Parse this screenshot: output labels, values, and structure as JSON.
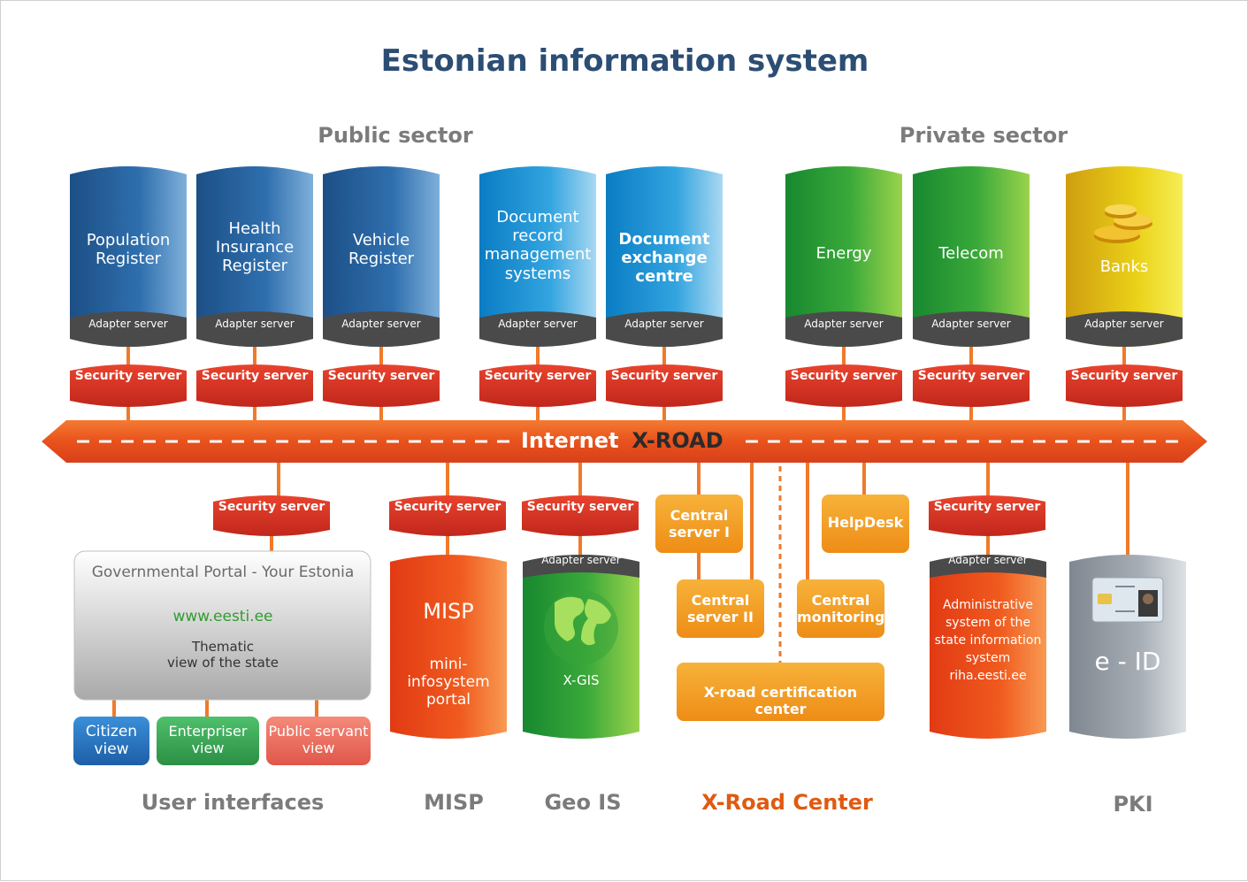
{
  "title": "Estonian information system",
  "sectors": {
    "public": "Public sector",
    "private": "Private sector"
  },
  "registers": [
    {
      "label": "Population\nRegister"
    },
    {
      "label": "Health\nInsurance\nRegister"
    },
    {
      "label": "Vehicle\nRegister"
    },
    {
      "label": "Document\nrecord\nmanagement\nsystems"
    },
    {
      "label": "Document\nexchange\ncentre"
    },
    {
      "label": "Energy"
    },
    {
      "label": "Telecom"
    },
    {
      "label": "Banks"
    }
  ],
  "adapter_label": "Adapter server",
  "security_label": "Security server",
  "bus": {
    "internet": "Internet",
    "xroad": "X-ROAD"
  },
  "portal": {
    "title": "Governmental Portal - Your Estonia",
    "url": "www.eesti.ee",
    "desc": "Thematic\nview of the state"
  },
  "views": [
    {
      "label": "Citizen\nview"
    },
    {
      "label": "Enterpriser\nview"
    },
    {
      "label": "Public servant\nview"
    }
  ],
  "misp": {
    "title": "MISP",
    "desc": "mini-\ninfosystem\nportal"
  },
  "geo": {
    "label": "X-GIS"
  },
  "center": {
    "cs1": "Central\nserver I",
    "cs2": "Central\nserver II",
    "helpdesk": "HelpDesk",
    "monitoring": "Central\nmonitoring",
    "cert": "X-road certification center"
  },
  "riha": {
    "text": "Administrative\nsystem of the\nstate information\nsystem\nriha.eesti.ee"
  },
  "eid": {
    "label": "e - ID"
  },
  "bottom_labels": {
    "user_interfaces": "User interfaces",
    "misp": "MISP",
    "geo": "Geo IS",
    "xroad_center": "X-Road Center",
    "pki": "PKI"
  },
  "colors": {
    "title": "#2c4d74",
    "xroad_orange": "#e8521c",
    "security_red": "#d92f22",
    "center_orange": "#f29a1b",
    "xroad_center_label": "#e05a12",
    "portal_url_green": "#2e9e2e"
  }
}
